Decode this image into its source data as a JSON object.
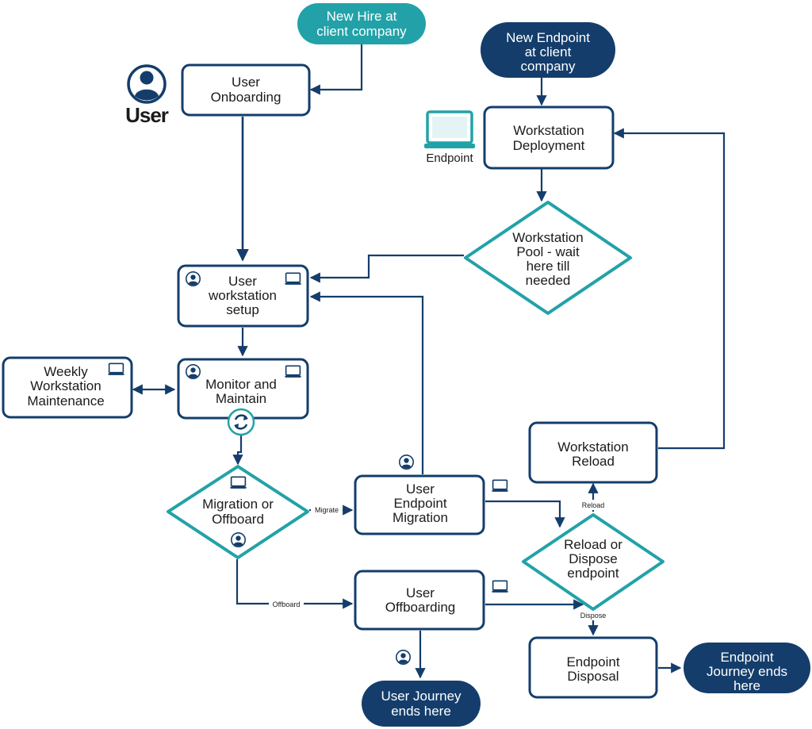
{
  "colors": {
    "navy": "#143d6b",
    "teal": "#22a2a8",
    "box_border": "#143d6b",
    "text": "#1b1b1b"
  },
  "legend": {
    "user_label": "User",
    "endpoint_label": "Endpoint"
  },
  "terminals": {
    "new_hire": [
      "New Hire at",
      "client company"
    ],
    "new_endpoint": [
      "New Endpoint",
      "at client",
      "company"
    ],
    "user_end": [
      "User Journey",
      "ends here"
    ],
    "endpoint_end": [
      "Endpoint",
      "Journey ends",
      "here"
    ]
  },
  "nodes": {
    "onboarding": [
      "User",
      "Onboarding"
    ],
    "deployment": [
      "Workstation",
      "Deployment"
    ],
    "setup": [
      "User",
      "workstation",
      "setup"
    ],
    "weekly": [
      "Weekly",
      "Workstation",
      "Maintenance"
    ],
    "monitor": [
      "Monitor and",
      "Maintain"
    ],
    "migration": [
      "User",
      "Endpoint",
      "Migration"
    ],
    "reload": [
      "Workstation",
      "Reload"
    ],
    "offboarding": [
      "User",
      "Offboarding"
    ],
    "disposal": [
      "Endpoint",
      "Disposal"
    ]
  },
  "decisions": {
    "pool": [
      "Workstation",
      "Pool - wait",
      "here till",
      "needed"
    ],
    "migration_or_offboard": [
      "Migration or",
      "Offboard"
    ],
    "reload_or_dispose": [
      "Reload or",
      "Dispose",
      "endpoint"
    ]
  },
  "edge_labels": {
    "migrate": "Migrate",
    "offboard": "Offboard",
    "reload": "Reload",
    "dispose": "Dispose"
  }
}
